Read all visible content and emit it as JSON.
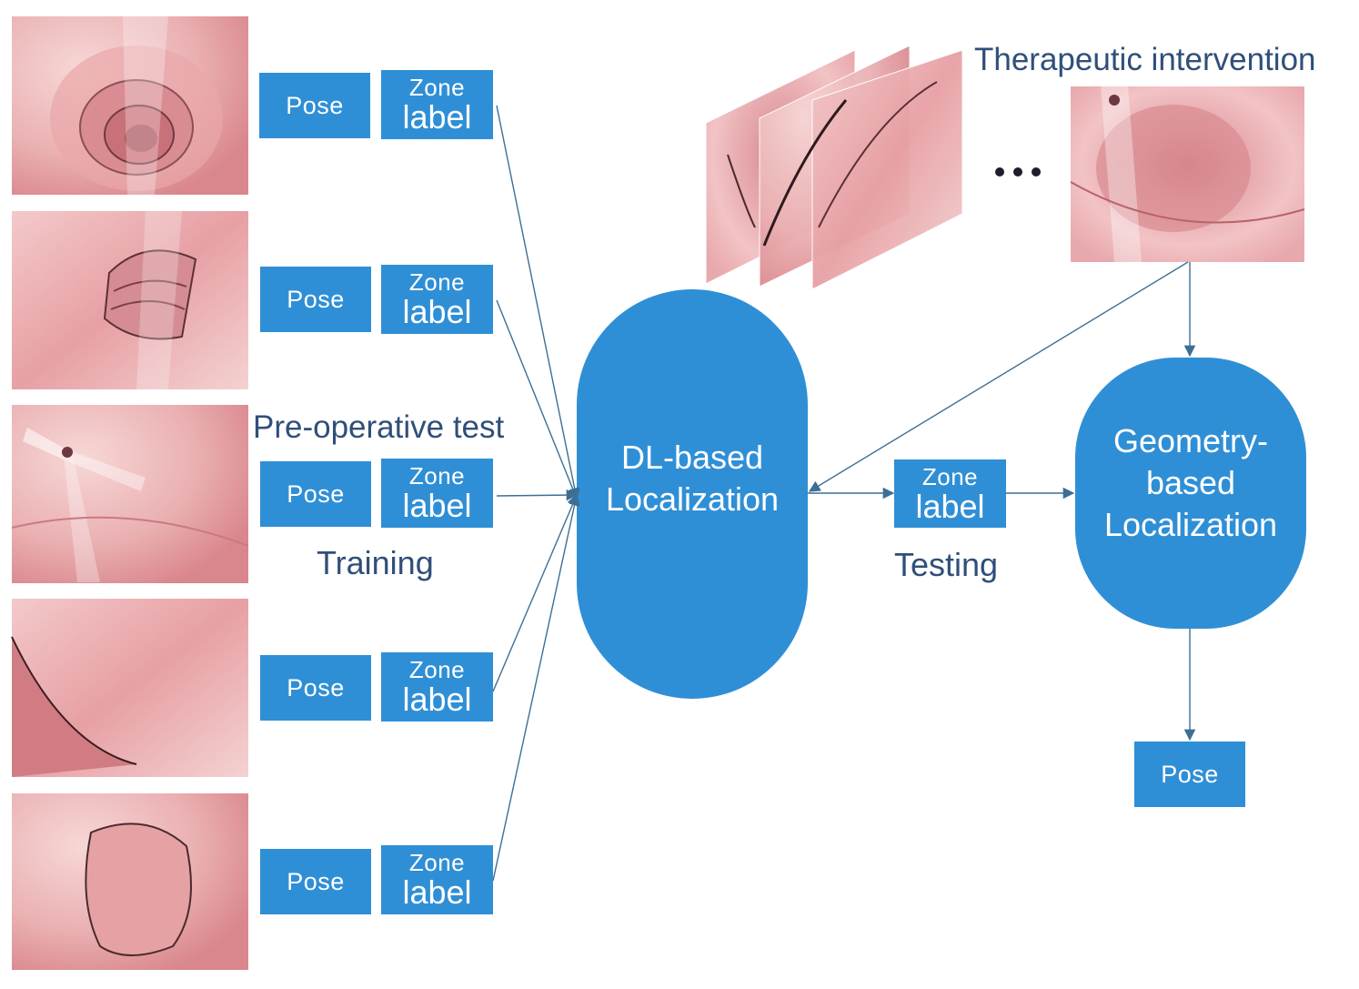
{
  "training_pairs": [
    {
      "pose": "Pose",
      "zone_line1": "Zone",
      "zone_line2": "label"
    },
    {
      "pose": "Pose",
      "zone_line1": "Zone",
      "zone_line2": "label"
    },
    {
      "pose": "Pose",
      "zone_line1": "Zone",
      "zone_line2": "label"
    },
    {
      "pose": "Pose",
      "zone_line1": "Zone",
      "zone_line2": "label"
    },
    {
      "pose": "Pose",
      "zone_line1": "Zone",
      "zone_line2": "label"
    }
  ],
  "labels": {
    "preop": "Pre-operative test",
    "training": "Training",
    "testing": "Testing",
    "therapeutic": "Therapeutic intervention",
    "ellipsis": "•••"
  },
  "dl_node": {
    "line1": "DL-based",
    "line2": "Localization"
  },
  "geo_node": {
    "line1": "Geometry-",
    "line2": "based",
    "line3": "Localization"
  },
  "test_zone": {
    "line1": "Zone",
    "line2": "label"
  },
  "output_pose": "Pose",
  "colors": {
    "box_fill": "#2f8fd6",
    "label_text": "#2f4f79",
    "arrow": "#3d6f95",
    "tissue_light": "#f4cccc",
    "tissue_mid": "#e79a9e",
    "tissue_dark": "#c96a72"
  },
  "icons": {
    "endoscopic_frames": "endoscopic-view-image",
    "ellipsis": "ellipsis-dots"
  }
}
